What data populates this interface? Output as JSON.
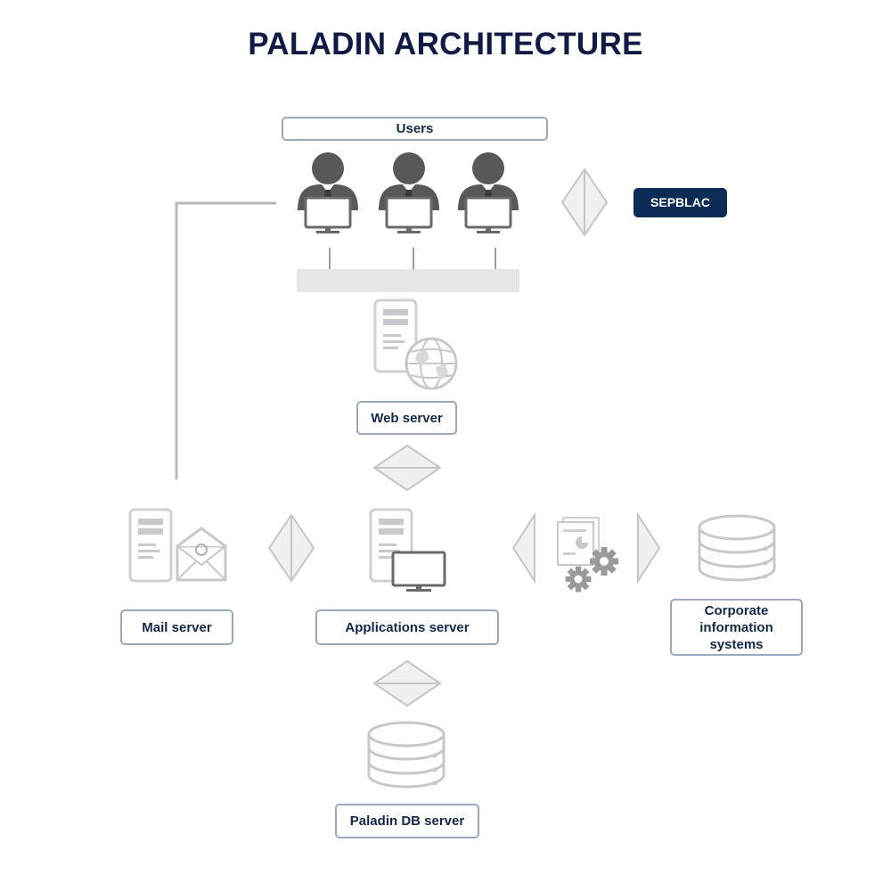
{
  "title": "PALADIN ARCHITECTURE",
  "nodes": {
    "users": "Users",
    "sepblac": "SEPBLAC",
    "web_server": "Web server",
    "mail_server": "Mail server",
    "applications_server": "Applications server",
    "corporate_systems": "Corporate information systems",
    "db_server": "Paladin DB server"
  },
  "icons": {
    "user": "user-at-computer-icon",
    "web_server": "server-with-globe-icon",
    "mail_server": "server-with-envelope-icon",
    "applications_server": "server-with-monitor-icon",
    "integration": "documents-with-gears-icon",
    "database": "database-icon",
    "connector": "double-arrow-connector-icon"
  },
  "colors": {
    "title": "#101a45",
    "label_text": "#14284d",
    "label_border": "#9aa9bf",
    "accent": "#0d2b57",
    "icon_dark": "#58585a",
    "icon_light": "#cfcfd1"
  }
}
